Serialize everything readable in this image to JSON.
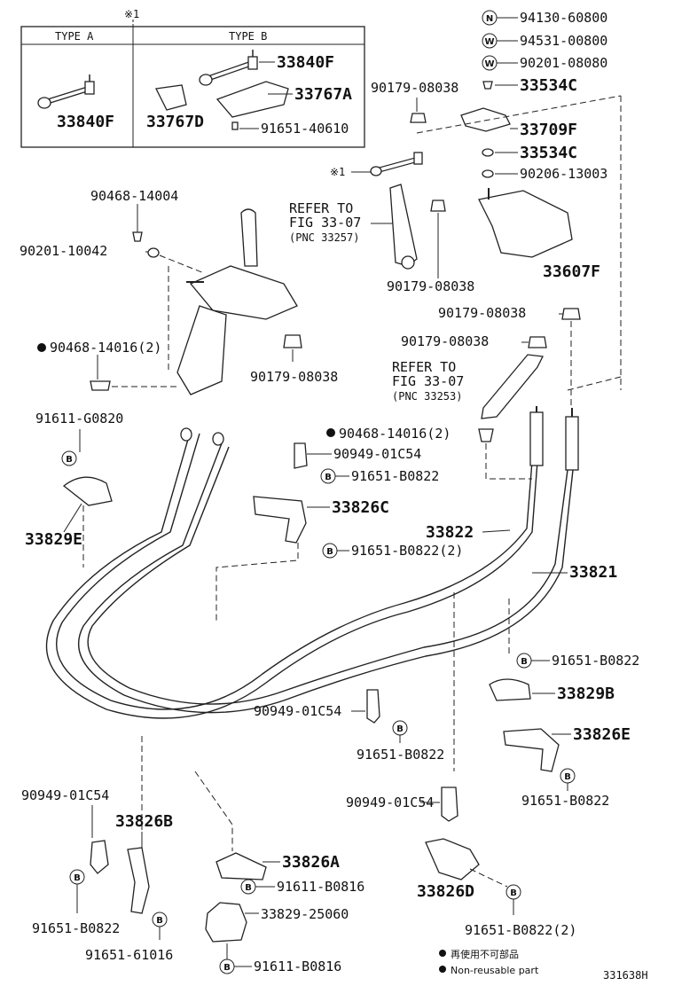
{
  "figure_code": "331638H",
  "legend": {
    "ja": "再使用不可部品",
    "en": "Non-reusable part"
  },
  "inset": {
    "note_mark": "※1",
    "type_a": "TYPE A",
    "type_b": "TYPE B"
  },
  "refer_top": {
    "line1": "REFER TO",
    "line2": "FIG 33-07",
    "line3": "(PNC 33257)"
  },
  "refer_mid": {
    "line1": "REFER TO",
    "line2": "FIG 33-07",
    "line3": "(PNC 33253)"
  },
  "callouts": {
    "c33840F_b": "33840F",
    "c33767A": "33767A",
    "c33840F_a": "33840F",
    "c33767D": "33767D",
    "c91651_40610": "91651-40610",
    "c94130": "94130-60800",
    "c94531": "94531-00800",
    "c90201_08080": "90201-08080",
    "c90179_top": "90179-08038",
    "c33534C_top": "33534C",
    "c33709F": "33709F",
    "c33534C_mid": "33534C",
    "c90206": "90206-13003",
    "c33607F": "33607F",
    "c90179_lever": "90179-08038",
    "c90468_14004": "90468-14004",
    "c90201_10042": "90201-10042",
    "c90179_r1": "90179-08038",
    "c90179_r2": "90179-08038",
    "c90468_left": "90468-14016(2)",
    "c90179_shift": "90179-08038",
    "c91611_G0820": "91611-G0820",
    "c33829E": "33829E",
    "c90468_mid": "90468-14016(2)",
    "c90949_a": "90949-01C54",
    "c91651_b1": "91651-B0822",
    "c33826C": "33826C",
    "c33822": "33822",
    "c91651_b2": "91651-B0822(2)",
    "c33821": "33821",
    "c91651_b3": "91651-B0822",
    "c33829B": "33829B",
    "c90949_b": "90949-01C54",
    "c33826E": "33826E",
    "c91651_b4": "91651-B0822",
    "c91651_b5": "91651-B0822",
    "c90949_c": "90949-01C54",
    "c33826B": "33826B",
    "c90949_d": "90949-01C54",
    "c33826A": "33826A",
    "c91611_b1": "91611-B0816",
    "c33826D": "33826D",
    "c91651_b6": "91651-B0822",
    "c33829_25060": "33829-25060",
    "c91651_61016": "91651-61016",
    "c91651_b7": "91651-B0822(2)",
    "c91611_b2": "91611-B0816",
    "ref_mark": "※1"
  },
  "markers": {
    "n": "N",
    "w": "W",
    "b": "B"
  }
}
